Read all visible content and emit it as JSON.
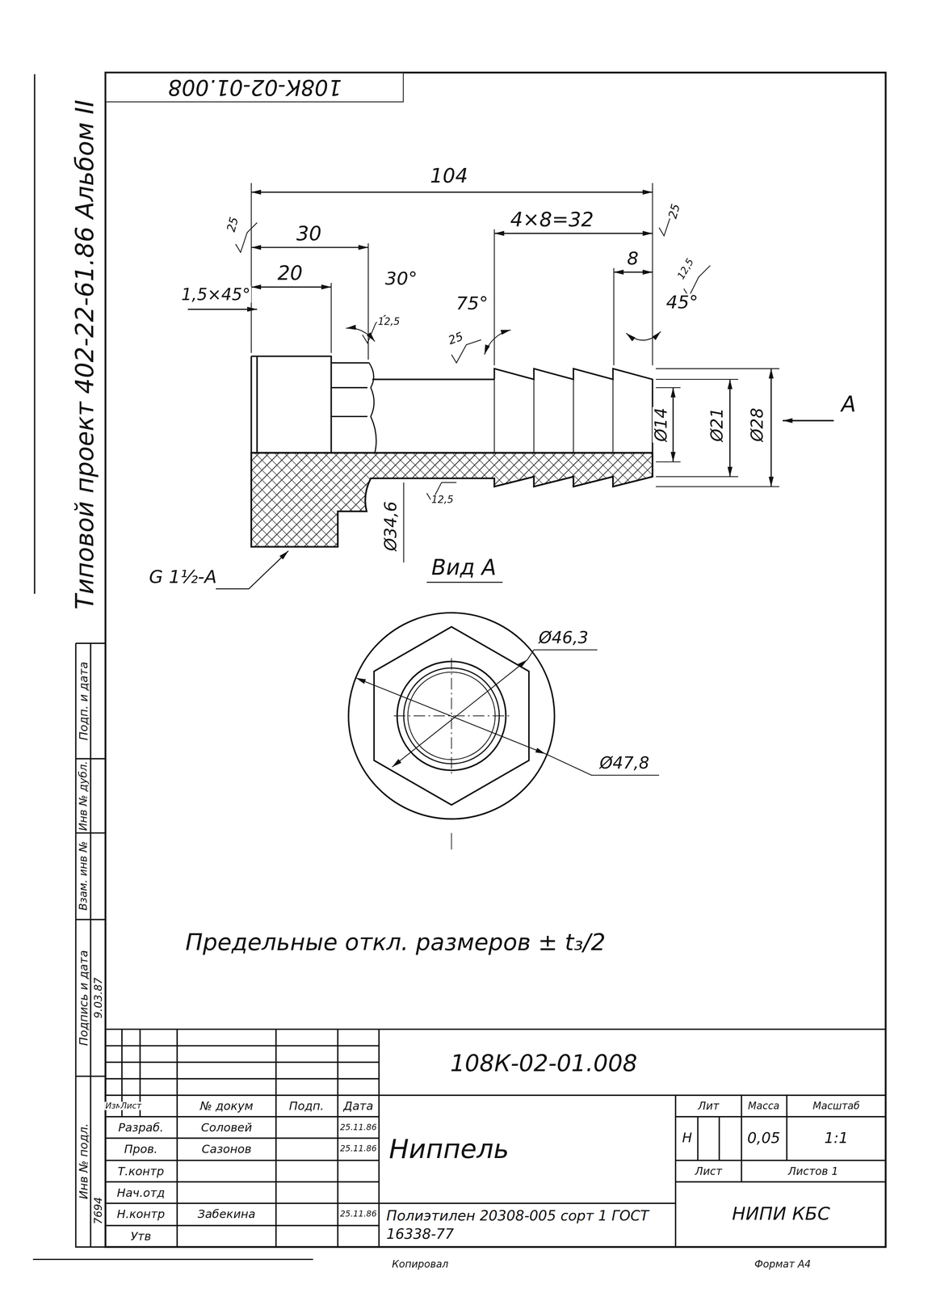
{
  "diagram": {
    "nodes": [
      {
        "text": [
          "108К-02-01.008"
        ]
      }
    ],
    "labels": [
      "Типовой проект 402-22-61.86 Альбом II",
      "Подп. и дата",
      "Инв № дубл.",
      "Взам. инв №",
      "Подпись и дата",
      "9.03.87",
      "Инв № подл.",
      "7694",
      "104",
      "30",
      "20",
      "1,5×45°",
      "30°",
      "12,5",
      "25",
      "4×8=32",
      "25",
      "8",
      "12,5",
      "45°",
      "75°",
      "25",
      "Ø14",
      "Ø21",
      "Ø28",
      "A",
      "12,5",
      "Ø34,6",
      "Вид А",
      "G 1½-A",
      "Ø46,3",
      "Ø47,8",
      "Предельные откл. размеров ± t₃/2",
      "108К-02-01.008",
      "Изм",
      "Лист",
      "№ докум",
      "Подп.",
      "Дата",
      "Разраб.",
      "Соловей",
      "25.11.86",
      "Пров.",
      "Сазонов",
      "25.11.86",
      "Т.контр",
      "Нач.отд",
      "Н.контр",
      "Забекина",
      "25.11.86",
      "Утв",
      "Ниппель",
      "Лит",
      "Масса",
      "Масштаб",
      "Н",
      "0,05",
      "1:1",
      "Лист",
      "Листов 1",
      "Полиэтилен 20308-005 сорт 1 ГОСТ 16338-77",
      "НИПИ КБС",
      "Копировал",
      "Формат А4"
    ]
  }
}
